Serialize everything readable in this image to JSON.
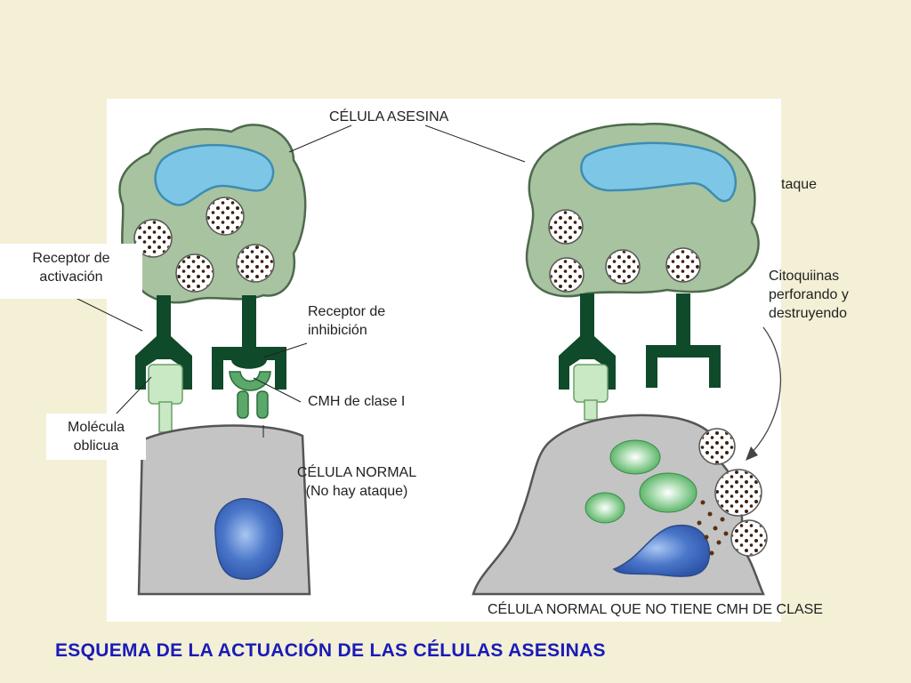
{
  "labels": {
    "killer_cell": "CÉLULA ASESINA",
    "activation_receptor": "Receptor de activación",
    "inhibition_receptor": "Receptor de inhibición",
    "mhc_class_1": "CMH de clase I",
    "target_molecule": "Molécula oblicua",
    "normal_cell": "CÉLULA NORMAL",
    "no_attack": "(No hay ataque)",
    "attack_fragment": "taque",
    "cytokines_line1": "Citoquiinas",
    "cytokines_line2": "perforando y",
    "cytokines_line3": "destruyendo",
    "normal_cell_no_mhc": "CÉLULA NORMAL QUE NO TIENE CMH DE CLASE"
  },
  "title": "ESQUEMA DE LA ACTUACIÓN DE LAS CÉLULAS ASESINAS",
  "colors": {
    "background": "#f3f0d6",
    "killer_cell": "#a8c3a0",
    "receptor": "#0f4a2a",
    "nucleus": "#7ec6e6",
    "normal_cell": "#c4c4c4",
    "blue_nucleus": "#3f6cc2",
    "title": "#1a1ab8"
  }
}
